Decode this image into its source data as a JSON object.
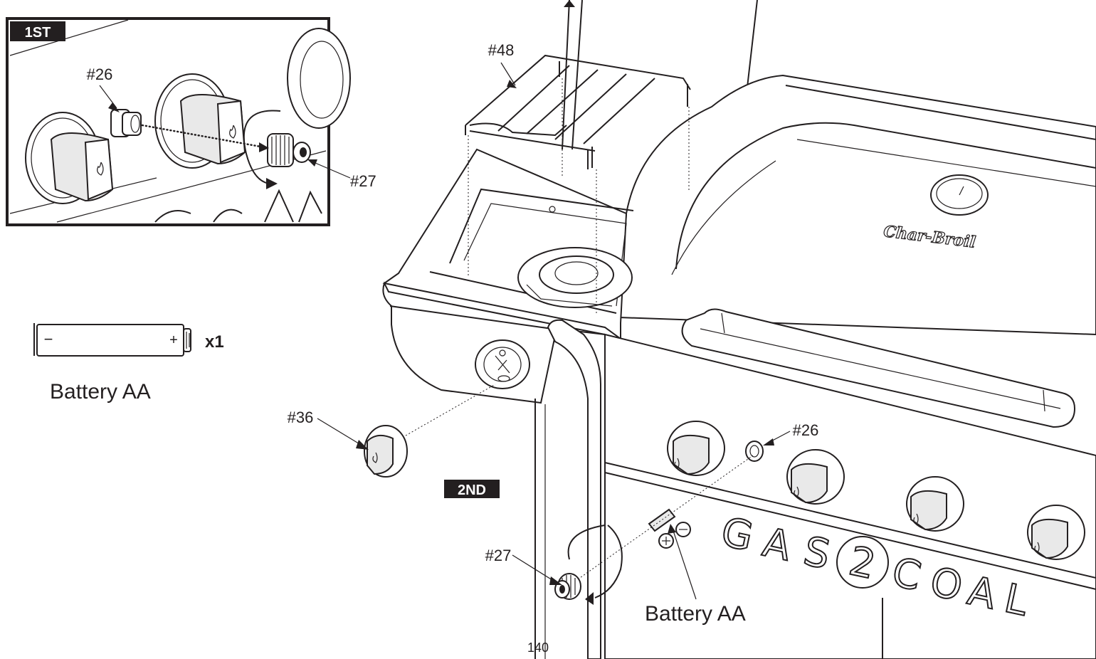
{
  "steps": {
    "first": "1ST",
    "second": "2ND"
  },
  "parts": {
    "knob_bezel_inset": "#26",
    "electrode_inset": "#27",
    "rack": "#48",
    "side_knob": "#36",
    "knob_bezel_main": "#26",
    "electrode_main": "#27"
  },
  "battery": {
    "quantity": "x1",
    "label": "Battery AA",
    "callout_label": "Battery AA",
    "minus_sign": "−",
    "plus_sign": "+"
  },
  "grill": {
    "brand_text": "Char-Broil",
    "panel_letters": [
      "G",
      "A",
      "S",
      "2",
      "C",
      "O",
      "A",
      "L"
    ]
  },
  "page_number": "140"
}
